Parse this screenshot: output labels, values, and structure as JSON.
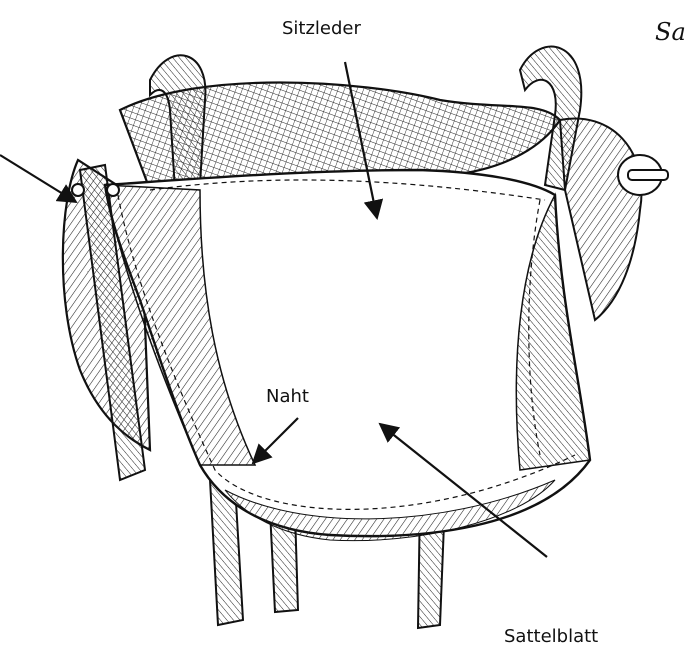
{
  "title_fragment": "Sa",
  "labels": {
    "sitzleder": "Sitzleder",
    "naht": "Naht",
    "sattelblatt": "Sattelblatt"
  },
  "colors": {
    "ink": "#111111",
    "paper": "#ffffff"
  }
}
